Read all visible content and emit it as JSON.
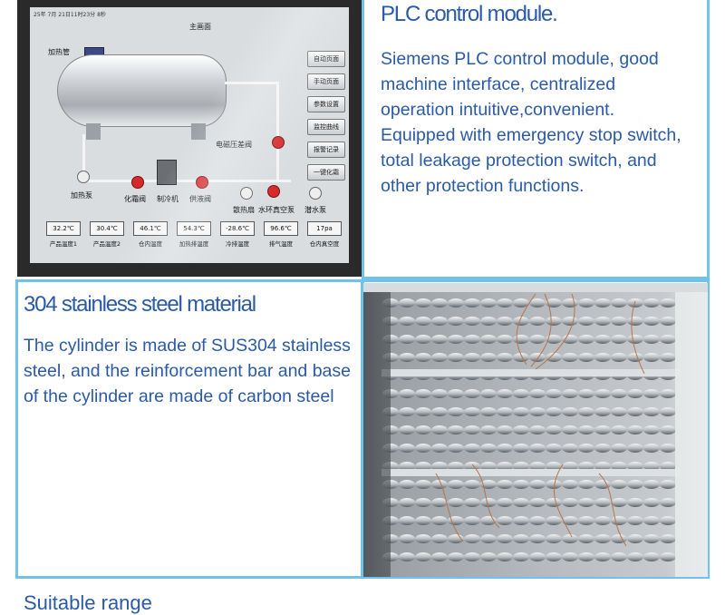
{
  "plc": {
    "heading": "PLC control module.",
    "body": "Siemens PLC control module, good machine interface, centralized operation intuitive,convenient. Equipped with emergency stop switch, total leakage protection switch, and other protection functions."
  },
  "steel": {
    "heading": "304 stainless steel material",
    "body": "The cylinder is made of SUS304 stainless steel, and the reinforcement bar and base of the cylinder are made of carbon steel"
  },
  "footer": {
    "heading": "Suitable range"
  },
  "hmi": {
    "timestamp": "25年 7月 21日11时23分 8秒",
    "screen_title": "主画面",
    "tank_label": "加热管",
    "buttons": [
      "自动页面",
      "手动页面",
      "参数设置",
      "监控曲线",
      "报警记录",
      "一键化霜"
    ],
    "component_labels": {
      "heating_pump": "加热泵",
      "defrost_valve": "化霜阀",
      "chiller": "制冷机",
      "liquid_valve": "供液阀",
      "solenoid_valve": "电磁压差阀",
      "cooling_fan": "散热扇",
      "vacuum_pump": "水环真空泵",
      "submersible_pump": "潜水泵"
    },
    "readouts": [
      {
        "value": "32.2℃",
        "label": "产品温度1"
      },
      {
        "value": "30.4℃",
        "label": "产品温度2"
      },
      {
        "value": "46.1℃",
        "label": "仓内温度"
      },
      {
        "value": "54.3℃",
        "label": "加热排温度"
      },
      {
        "value": "-28.6℃",
        "label": "冷排温度"
      },
      {
        "value": "96.6℃",
        "label": "排气温度"
      },
      {
        "value": "17pa",
        "label": "仓内真空度"
      }
    ]
  },
  "colors": {
    "text": "#2a5aa8",
    "frame": "#6fc3e8",
    "valve": "#d62a2a"
  }
}
